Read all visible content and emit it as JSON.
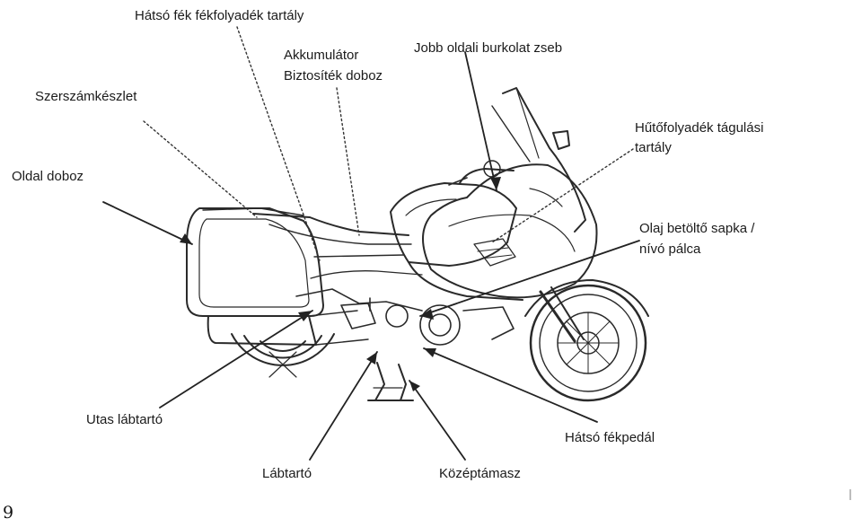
{
  "labels": {
    "hatso_fek_tartaly": "Hátsó fék fékfolyadék tartály",
    "akkumulator": "Akkumulátor",
    "biztositek": "Biztosíték doboz",
    "jobb_burkolat_zseb": "Jobb oldali burkolat zseb",
    "szerszamkeszlet": "Szerszámkészlet",
    "hutofolyadek_1": "Hűtőfolyadék tágulási",
    "hutofolyadek_2": "tartály",
    "oldal_doboz": "Oldal doboz",
    "olaj_1": "Olaj betöltő sapka /",
    "olaj_2": "nívó pálca",
    "utas_labtarto": "Utas lábtartó",
    "hatso_fekpedal": "Hátsó fékpedál",
    "labtarto": "Lábtartó",
    "kozeptamasz": "Középtámasz"
  },
  "page_number": "9"
}
